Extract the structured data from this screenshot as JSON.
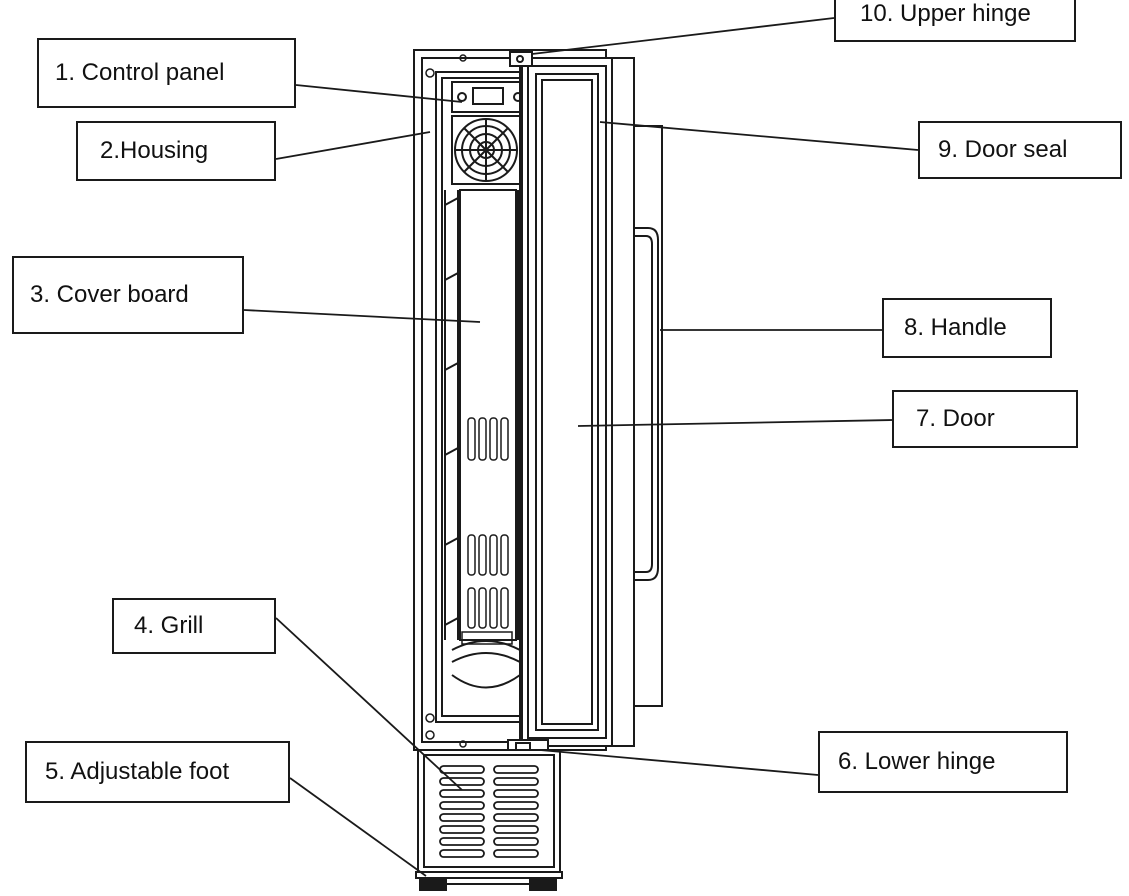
{
  "labels": {
    "control_panel": "1. Control panel",
    "housing": "2.Housing",
    "cover_board": "3. Cover board",
    "grill": "4. Grill",
    "adjustable_foot": "5. Adjustable foot",
    "lower_hinge": "6. Lower hinge",
    "door": "7. Door",
    "handle": "8. Handle",
    "door_seal": "9. Door seal",
    "upper_hinge": "10. Upper hinge"
  },
  "colors": {
    "line": "#1a1a1a",
    "fill_light": "#f2f2f2",
    "background": "#ffffff"
  }
}
